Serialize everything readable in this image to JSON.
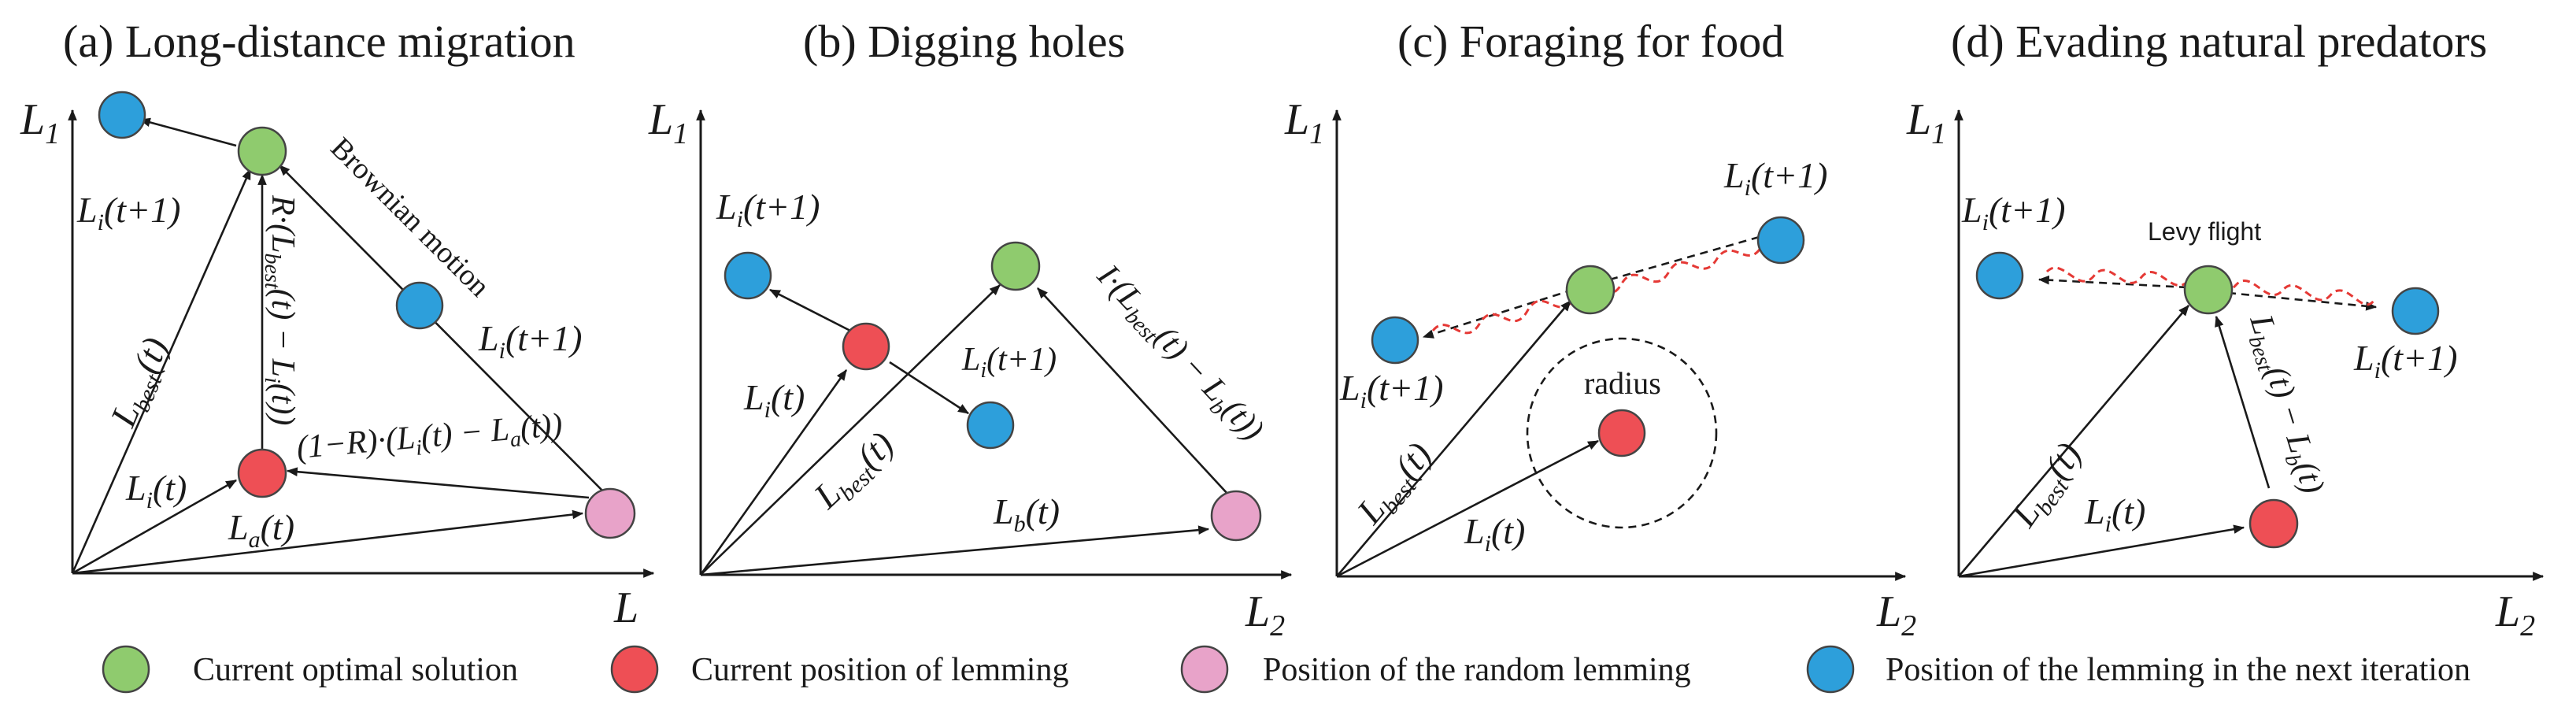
{
  "colors": {
    "optimal": "#8fcb6e",
    "current": "#ee4f55",
    "random": "#e8a3c9",
    "next": "#2d9fdb"
  },
  "panels": {
    "a": {
      "title": "(a) Long-distance migration",
      "y_axis": "L",
      "y_sub": "1",
      "x_axis": "L",
      "brownian": "Brownian motion",
      "lab_next_top": "L",
      "lab_next_top_sub": "i",
      "lab_next_top_rest": "(t+1)",
      "lab_best": "L",
      "lab_best_sub": "best",
      "lab_best_rest": "(t)",
      "lab_li": "L",
      "lab_li_sub": "i",
      "lab_li_rest": "(t)",
      "lab_la": "L",
      "lab_la_sub": "a",
      "lab_la_rest": "(t)",
      "lab_next_mid": "L",
      "lab_next_mid_sub": "i",
      "lab_next_mid_rest": "(t+1)",
      "lab_r_prefix": "R·(L",
      "lab_r_sub1": "best",
      "lab_r_mid": "(t) − L",
      "lab_r_sub2": "i",
      "lab_r_end": "(t))",
      "lab_1r": "(1−R)·(L",
      "lab_1r_sub1": "i",
      "lab_1r_mid": "(t) − L",
      "lab_1r_sub2": "a",
      "lab_1r_end": "(t))"
    },
    "b": {
      "title": "(b) Digging holes",
      "y_axis": "L",
      "y_sub": "1",
      "x_axis": "L",
      "x_sub": "2",
      "lab_next_top": "L",
      "lab_next_top_sub": "i",
      "lab_next_top_rest": "(t+1)",
      "lab_next_mid": "L",
      "lab_next_mid_sub": "i",
      "lab_next_mid_rest": "(t+1)",
      "lab_li": "L",
      "lab_li_sub": "i",
      "lab_li_rest": "(t)",
      "lab_best": "L",
      "lab_best_sub": "best",
      "lab_best_rest": "(t)",
      "lab_lb": "L",
      "lab_lb_sub": "b",
      "lab_lb_rest": "(t)",
      "lab_i_prefix": "I·(L",
      "lab_i_sub1": "best",
      "lab_i_mid": "(t) − L",
      "lab_i_sub2": "b",
      "lab_i_end": "(t))"
    },
    "c": {
      "title": "(c) Foraging for food",
      "y_axis": "L",
      "y_sub": "1",
      "x_axis": "L",
      "x_sub": "2",
      "radius": "radius",
      "lab_next_right": "L",
      "lab_next_right_sub": "i",
      "lab_next_right_rest": "(t+1)",
      "lab_next_left": "L",
      "lab_next_left_sub": "i",
      "lab_next_left_rest": "(t+1)",
      "lab_best": "L",
      "lab_best_sub": "best",
      "lab_best_rest": "(t)",
      "lab_li": "L",
      "lab_li_sub": "i",
      "lab_li_rest": "(t)"
    },
    "d": {
      "title": "(d) Evading natural predators",
      "y_axis": "L",
      "y_sub": "1",
      "x_axis": "L",
      "x_sub": "2",
      "levy": "Levy flight",
      "lab_next_left": "L",
      "lab_next_left_sub": "i",
      "lab_next_left_rest": "(t+1)",
      "lab_next_right": "L",
      "lab_next_right_sub": "i",
      "lab_next_right_rest": "(t+1)",
      "lab_best": "L",
      "lab_best_sub": "best",
      "lab_best_rest": "(t)",
      "lab_li": "L",
      "lab_li_sub": "i",
      "lab_li_rest": "(t)",
      "lab_diff_prefix": "L",
      "lab_diff_sub1": "best",
      "lab_diff_mid": "(t) − L",
      "lab_diff_sub2": "b",
      "lab_diff_end": "(t)"
    }
  },
  "legend": {
    "optimal": "Current optimal solution",
    "current": "Current position of lemming",
    "random": "Position of the random lemming",
    "next": "Position of the lemming in the next iteration"
  }
}
